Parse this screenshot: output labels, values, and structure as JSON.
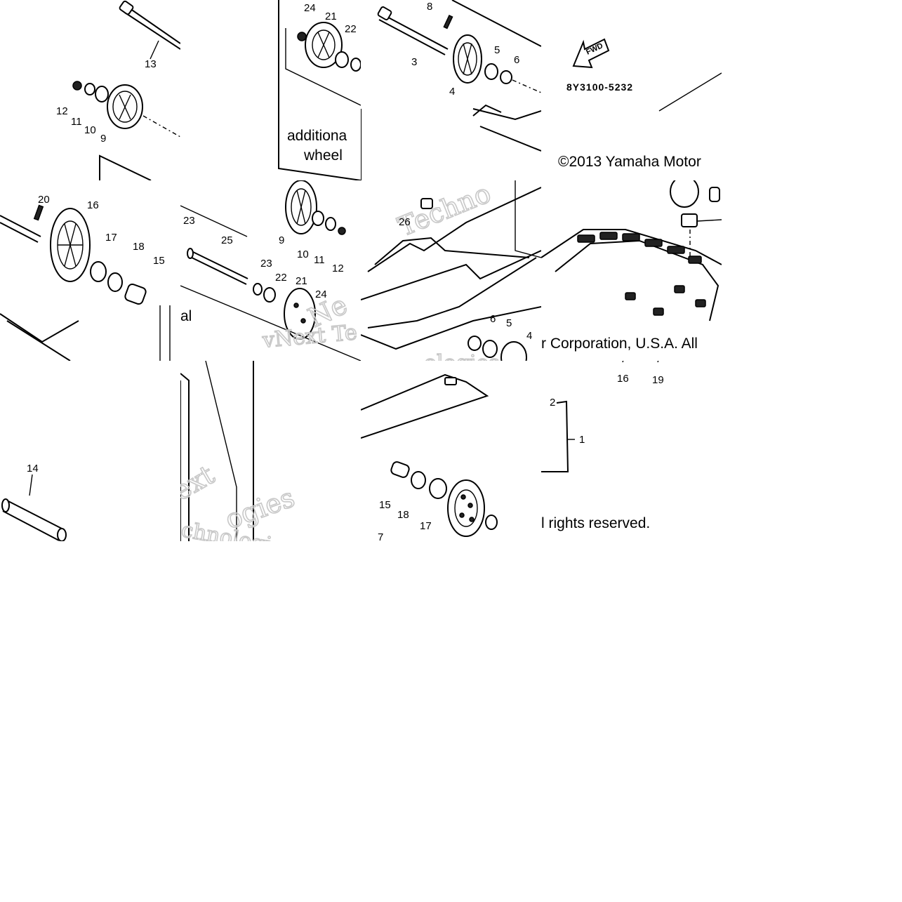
{
  "labels": {
    "t00": [
      "13",
      "12",
      "11",
      "10",
      "9"
    ],
    "t10": [
      "20",
      "16",
      "17",
      "18",
      "15"
    ],
    "t20": [
      "14"
    ],
    "t01": [
      "24",
      "21",
      "22"
    ],
    "t11": [
      "23",
      "25",
      "23",
      "22",
      "21",
      "24",
      "9",
      "10",
      "11",
      "12"
    ],
    "t02": [
      "8",
      "3",
      "5",
      "6",
      "4"
    ],
    "t12": [
      "26",
      "6",
      "5",
      "4"
    ],
    "t22": [
      "15",
      "18",
      "17",
      "7"
    ],
    "t23": [
      "2",
      "1"
    ],
    "t13": [
      "16",
      "19"
    ]
  },
  "captions": {
    "additional": "additiona",
    "wheel": "wheel",
    "al": "al",
    "code": "8Y3100-5232",
    "fwd": "FWD",
    "copyright_1": "©2013 Yamaha Motor",
    "copyright_2": "r Corporation, U.S.A. All",
    "copyright_3": "l rights reserved."
  },
  "watermarks": {
    "w1": "Techno",
    "w2": "Ne",
    "w3": "vNext Te",
    "w4": "ologies",
    "w5": "ext",
    "w6": "ogies",
    "w7": "chnologies"
  }
}
